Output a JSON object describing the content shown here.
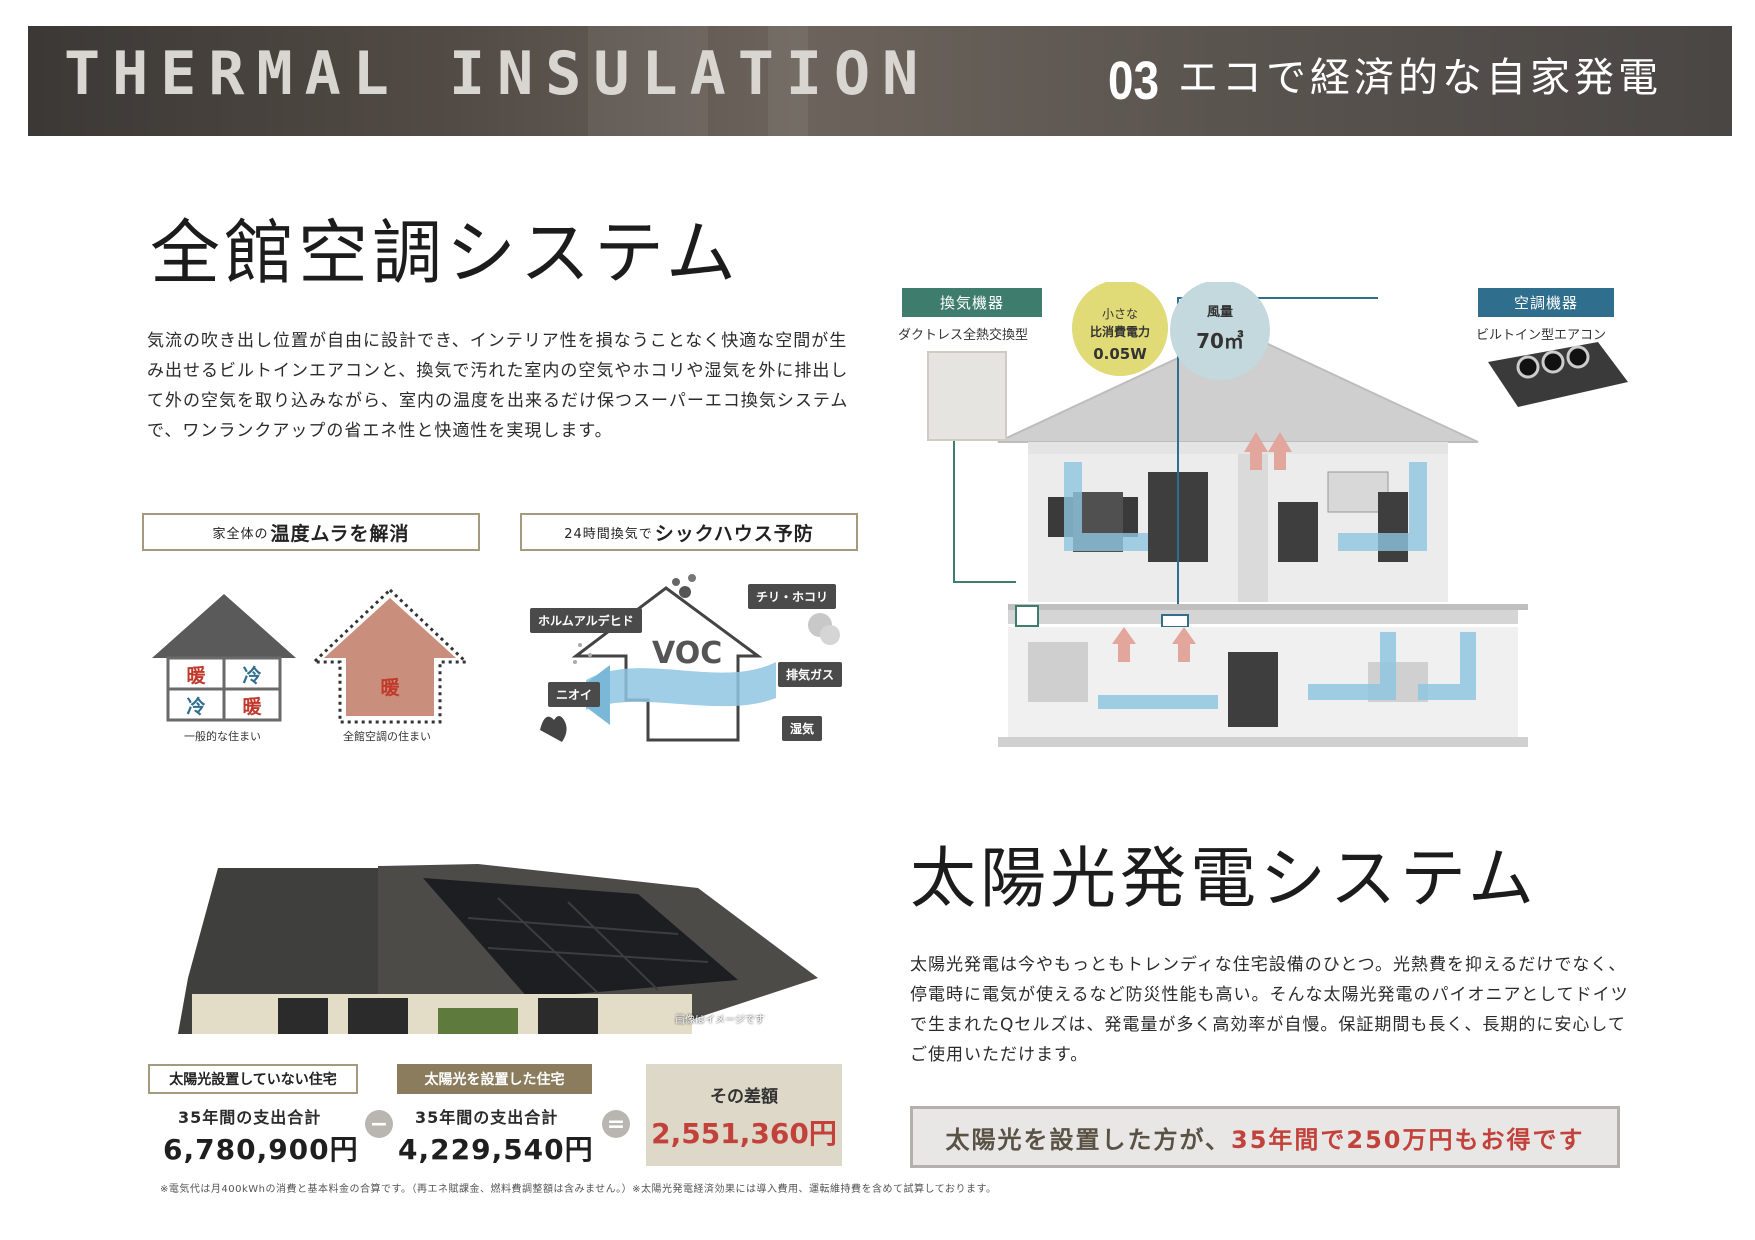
{
  "header": {
    "title": "THERMAL INSULATION",
    "number": "03",
    "subtitle": "エコで経済的な自家発電"
  },
  "section1": {
    "title": "全館空調システム",
    "description": "気流の吹き出し位置が自由に設計でき、インテリア性を損なうことなく快適な空間が生み出せるビルトインエアコンと、換気で汚れた室内の空気やホコリや湿気を外に排出して外の空気を取り込みながら、室内の温度を出来るだけ保つスーパーエコ換気システムで、ワンランクアップの省エネ性と快適性を実現します。",
    "box_temp": {
      "small": "家全体の",
      "big": "温度ムラを解消"
    },
    "box_vent": {
      "small": "24時間換気で",
      "big": "シックハウス予防"
    },
    "house_labels": {
      "warm": "暖",
      "cool": "冷"
    },
    "caption_normal": "一般的な住まい",
    "caption_whole": "全館空調の住まい",
    "voc": {
      "center": "VOC",
      "tags": [
        "ホルムアルデヒド",
        "チリ・ホコリ",
        "排気ガス",
        "ニオイ",
        "湿気"
      ]
    }
  },
  "diagram": {
    "ventilation_tag": "換気機器",
    "ventilation_caption": "ダクトレス全熱交換型",
    "power_circle": {
      "line1": "小さな",
      "line2": "比消費電力",
      "value": "0.05W"
    },
    "airflow_circle": {
      "label": "風量",
      "value": "70㎥"
    },
    "aircon_tag": "空調機器",
    "aircon_caption": "ビルトイン型エアコン"
  },
  "section2": {
    "title": "太陽光発電システム",
    "description": "太陽光発電は今やもっともトレンディな住宅設備のひとつ。光熱費を抑えるだけでなく、停電時に電気が使えるなど防災性能も高い。そんな太陽光発電のパイオニアとしてドイツで生まれたQセルズは、発電量が多く高効率が自慢。保証期間も長く、長期的に安心してご使用いただけます。",
    "photo_note": "画像はイメージです",
    "cost": {
      "no_solar_label": "太陽光設置していない住宅",
      "solar_label": "太陽光を設置した住宅",
      "period_label": "35年間の支出合計",
      "no_solar_value": "6,780,900円",
      "solar_value": "4,229,540円",
      "minus": "−",
      "equals": "=",
      "diff_label": "その差額",
      "diff_value": "2,551,360円"
    },
    "banner": {
      "pre": "太陽光を設置した方が、",
      "highlight": "35年間で250万円もお得です"
    },
    "footnote": "※電気代は月400kWhの消費と基本料金の合算です。（再エネ賦課金、燃料費調整額は含みません。）※太陽光発電経済効果には導入費用、運転維持費を含めて試算しております。"
  },
  "colors": {
    "accent_gold": "#a69a7e",
    "accent_red": "#c2423b",
    "vent_green": "#3e7d6e",
    "aircon_blue": "#2f6e8c"
  }
}
